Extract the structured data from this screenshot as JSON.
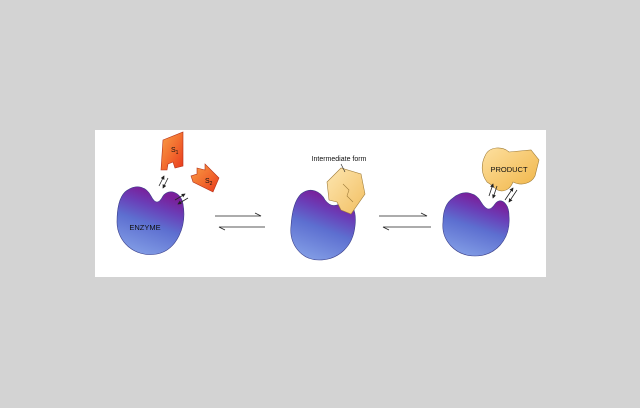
{
  "diagram": {
    "labels": {
      "enzyme": "ENZYME",
      "substrate_1": "S",
      "substrate_1_sub": "1",
      "substrate_2": "S",
      "substrate_2_sub": "2",
      "intermediate": "Intermediate form",
      "product": "PRODUCT"
    },
    "colors": {
      "background": "#d3d3d3",
      "panel": "#ffffff",
      "enzyme_blue": "#6f86d6",
      "enzyme_purple": "#7a2c9e",
      "substrate_red": "#ef4b23",
      "substrate_orange": "#f79a3a",
      "intermediate_yellow": "#f7cd7c",
      "product_yellow": "#f5c55c"
    }
  }
}
